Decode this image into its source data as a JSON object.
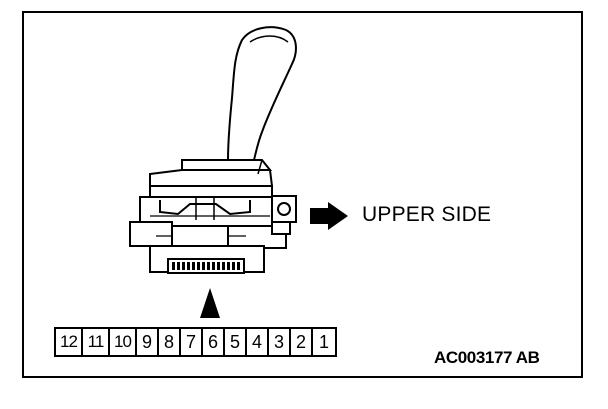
{
  "labels": {
    "direction": "UPPER SIDE",
    "figure_id": "AC003177 AB"
  },
  "connector_pins": [
    "12",
    "11",
    "10",
    "9",
    "8",
    "7",
    "6",
    "5",
    "4",
    "3",
    "2",
    "1"
  ],
  "colors": {
    "ink": "#000000",
    "paper": "#ffffff"
  },
  "icons": {
    "direction_arrow": "arrow-right-icon",
    "pointer_arrow": "arrow-up-icon"
  }
}
